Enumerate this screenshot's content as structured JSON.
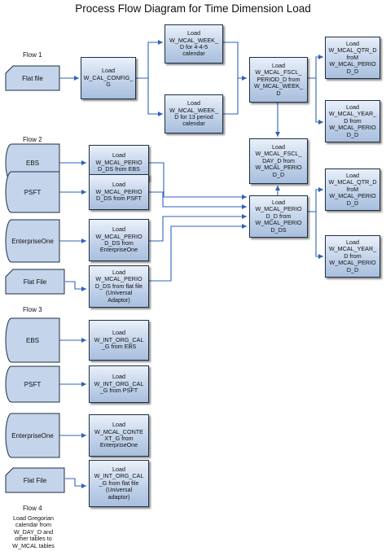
{
  "title": "Process Flow Diagram for Time Dimension Load",
  "flows": {
    "flow1": "Flow 1",
    "flow2": "Flow 2",
    "flow3": "Flow 3",
    "flow4": "Flow 4"
  },
  "sources": {
    "flatfile_1": "Flat file",
    "ebs_2": "EBS",
    "psft_2": "PSFT",
    "e1_2": "EnterpriseOne",
    "flatfile_2": "Flat File",
    "ebs_3": "EBS",
    "psft_3": "PSFT",
    "e1_3": "EnterpriseOne",
    "flatfile_3": "Flat File"
  },
  "boxes": {
    "cal_config": "Load\nW_CAL_CONFIG_\nG",
    "week_445": "Load\nW_MCAL_WEEK_\nD for 4-4-5\ncalendar",
    "week_13": "Load\nW_MCAL_WEEK_\nD for 13 period\ncalendar",
    "fscl_period": "Load\nW_MCAL_FSCL_\nPERIOD_D from\nW_MCAL_WEEK_\nD",
    "qtr_fscl": "Load\nW_MCAL_QTR_D\nfroM\nW_MCAL_PERIO\nD_D",
    "year_fscl": "Load\nW_MCAL_YEAR_\nD from\nW_MCAL_PERIO\nD_D",
    "fscl_day": "Load\nW_MCAL_FSCL_\nDAY_D from\nW_MCAL_PERIO\nD_D",
    "period_ds_ebs": "Load\nW_MCAL_PERIO\nD_DS from EBS",
    "period_ds_psft": "Load\nW_MCAL_PERIO\nD_DS from PSFT",
    "period_ds_e1": "Load\nW_MCAL_PERIO\nD_DS from\nEnterpriseOne",
    "period_ds_ff": "Load\nW_MCAL_PERIO\nD_DS from flat file\n(Universal\nAdaptor)",
    "period_d": "Load\nW_MCAL_PERIO\nD_D from\nW_MCAL_PERIO\nD_DS",
    "qtr_period": "Load\nW_MCAL_QTR_D\nfroM\nW_MCAL_PERIO\nD_D",
    "year_period": "Load\nW_MCAL_YEAR_\nD from\nW_MCAL_PERIO\nD_D",
    "int_org_ebs": "Load\nW_INT_ORG_CAL\n_G from EBS",
    "int_org_psft": "Load\nW_INT_ORG_CAL\n_G from PSFT",
    "mcal_context_e1": "Load\nW_MCAL_CONTE\nXT_G from\nEnterpriseOne",
    "int_org_ff": "Load\nW_INT_ORG_CAL\n_G from flat file\n(Universal\nadaptor)"
  },
  "flow4_note": "Load Gregorian\ncalendar from\nW_DAY_D and\nother tables to\nW_MCAL tables"
}
